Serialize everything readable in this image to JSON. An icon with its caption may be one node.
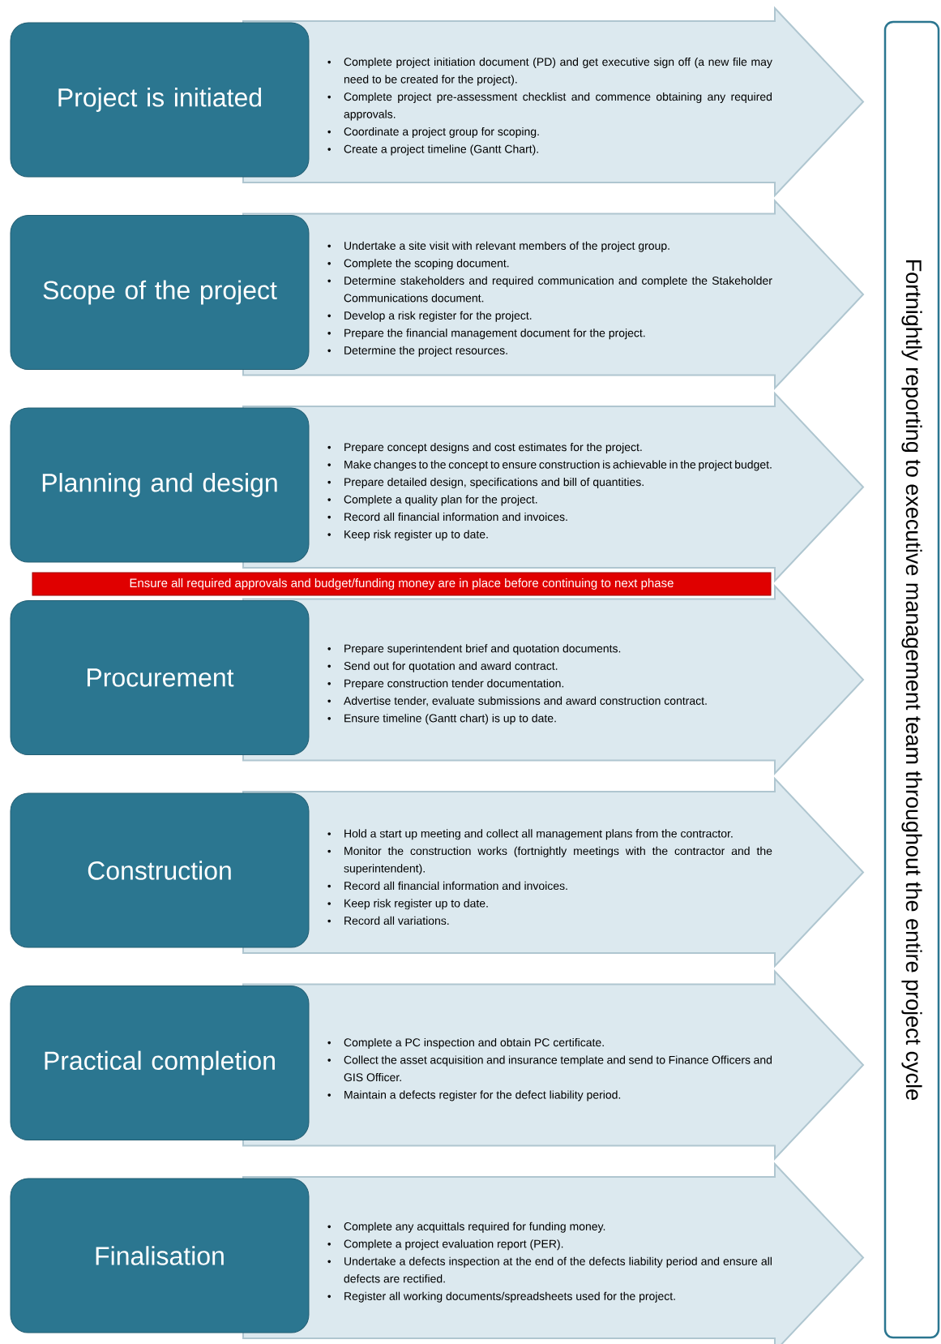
{
  "diagram": {
    "nodes": [
      {
        "text": [
          "Project is initiated"
        ]
      },
      {
        "text": [
          "Complete project initiation document (PD) and get executive sign off (a new file may need to be created for the project).",
          "Complete project pre-assessment checklist and commence obtaining any required approvals.",
          "Coordinate a project group for scoping.",
          "Create a project timeline (Gantt Chart)."
        ]
      },
      {
        "text": [
          "Scope of the project"
        ]
      },
      {
        "text": [
          "Undertake a site visit with relevant members of the project group.",
          "Complete the scoping document.",
          "Determine stakeholders and required communication and complete the Stakeholder Communications document.",
          "Develop a risk register for the project.",
          "Prepare the financial management document for the project.",
          "Determine the project resources."
        ]
      },
      {
        "text": [
          "Planning and design"
        ]
      },
      {
        "text": [
          "Prepare concept designs and cost estimates for the project.",
          "Make changes to the concept to ensure construction is achievable in the project budget.",
          "Prepare detailed design, specifications and bill of quantities.",
          "Complete a quality plan for the project.",
          "Record all financial information and invoices.",
          "Keep risk register up to date."
        ]
      },
      {
        "text": [
          "Ensure all required approvals and budget/funding money are in place before continuing to next phase"
        ]
      },
      {
        "text": [
          "Procurement"
        ]
      },
      {
        "text": [
          "Prepare superintendent brief and quotation documents.",
          "Send out for quotation and award contract.",
          "Prepare construction tender documentation.",
          "Advertise tender, evaluate submissions and award construction contract.",
          "Ensure timeline (Gantt chart) is up to date."
        ]
      },
      {
        "text": [
          "Construction"
        ]
      },
      {
        "text": [
          "Hold a start up meeting and collect all management plans from the contractor.",
          "Monitor the construction works (fortnightly meetings with the contractor and the superintendent).",
          "Record all financial information and invoices.",
          "Keep risk register up to date.",
          "Record all variations."
        ]
      },
      {
        "text": [
          "Practical completion"
        ]
      },
      {
        "text": [
          "Complete a PC inspection and obtain PC certificate.",
          "Collect the asset acquisition and insurance template and send to Finance Officers and GIS Officer.",
          "Maintain a defects register for the defect liability period."
        ]
      },
      {
        "text": [
          "Finalisation"
        ]
      },
      {
        "text": [
          "Complete any acquittals required for funding money.",
          "Complete a project evaluation report (PER).",
          "Undertake a defects inspection at the end of the defects liability period and ensure all defects are rectified.",
          "Register all working documents/spreadsheets used for the project."
        ]
      },
      {
        "text": [
          "Fortnightly reporting to executive management team throughout the entire project cycle"
        ]
      }
    ]
  }
}
